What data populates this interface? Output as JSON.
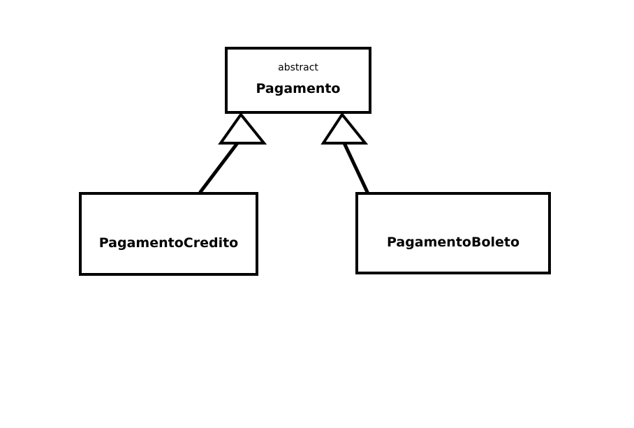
{
  "diagram": {
    "parent": {
      "stereotype": "abstract",
      "name": "Pagamento"
    },
    "children": [
      {
        "name": "PagamentoCredito"
      },
      {
        "name": "PagamentoBoleto"
      }
    ],
    "relation": "generalization",
    "colors": {
      "stroke": "#000000",
      "background": "#ffffff"
    }
  }
}
